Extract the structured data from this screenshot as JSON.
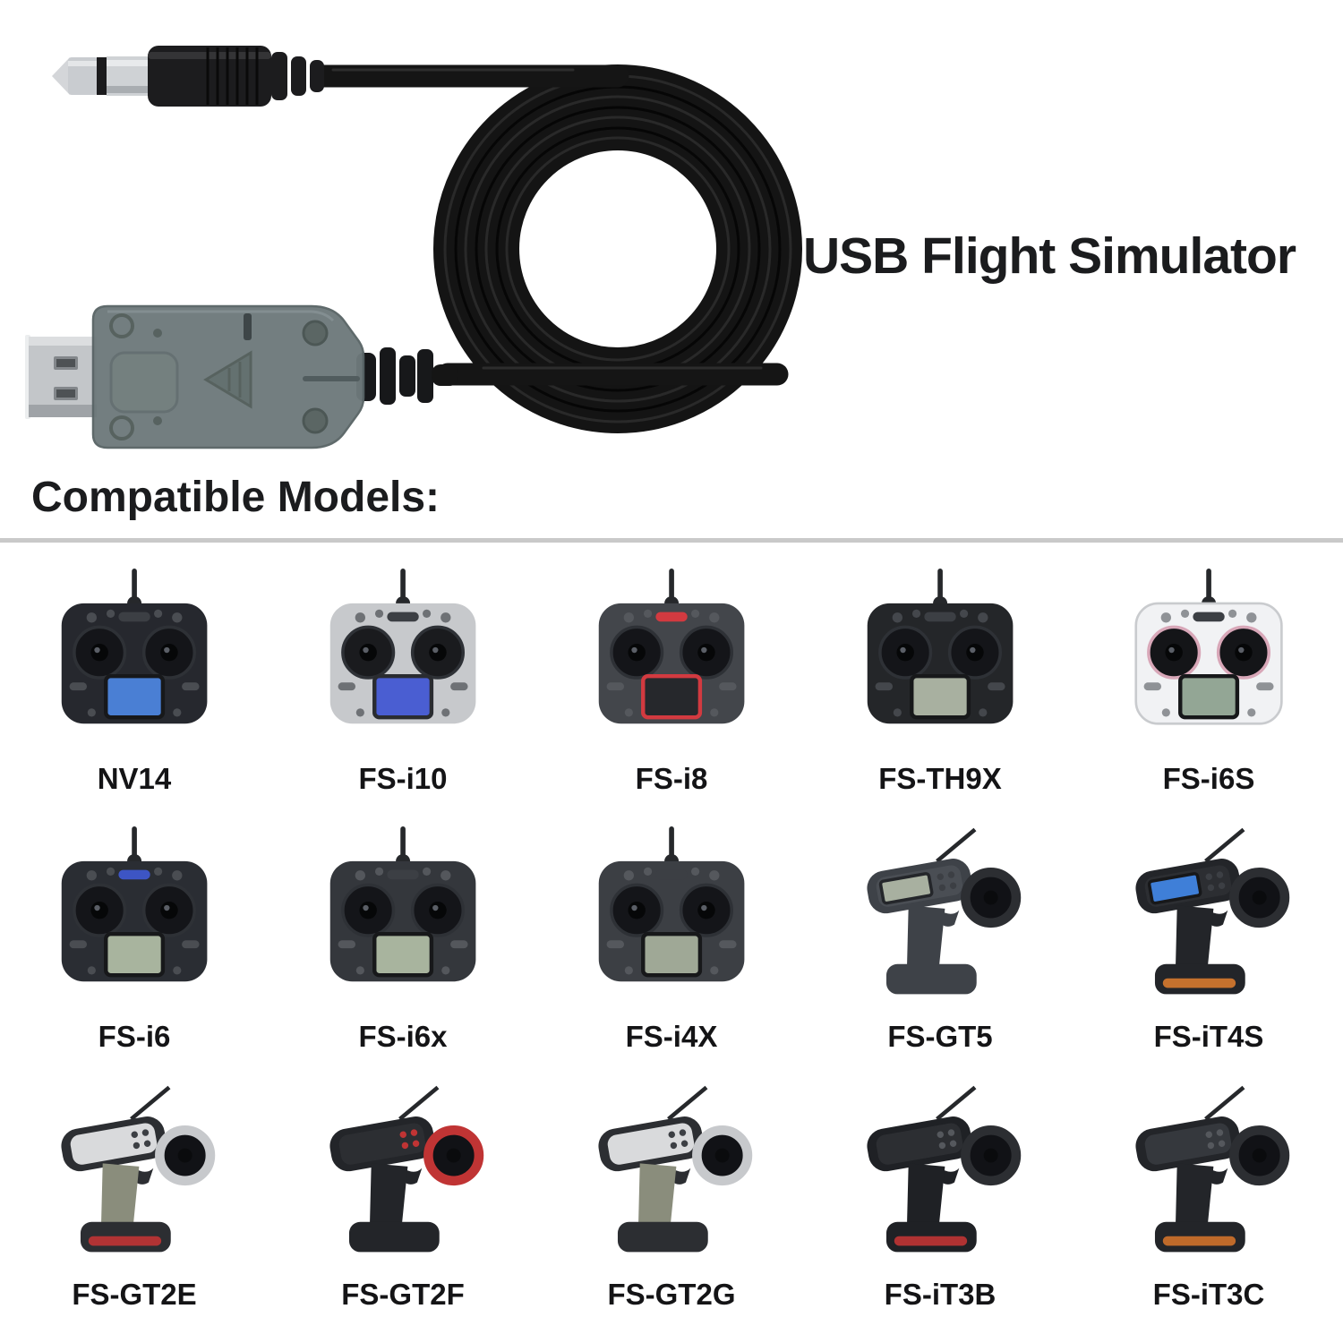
{
  "hero": {
    "title": "USB Flight Simulator",
    "art_parts": {
      "connector": "3.5mm-mono-jack-plug",
      "cable": "coiled-black-cable",
      "dongle": "translucent-usb-a-dongle"
    }
  },
  "section": {
    "heading": "Compatible Models:"
  },
  "colors": {
    "title_text": "#1b1c1e",
    "label_text": "#141416",
    "divider": "#c9c9c9",
    "cable_black": "#161616",
    "dongle_shell": "#6e797b",
    "usb_metal": "#c6c9cc",
    "background": "#ffffff"
  },
  "models": {
    "rows": 3,
    "columns": 5,
    "items": [
      {
        "label": "NV14",
        "art": {
          "type": "handheld",
          "style": "--body:#26282e;--screen:#4a7fd4;--knob:#4a4d52;--accent:#3c3f44"
        }
      },
      {
        "label": "FS-i10",
        "art": {
          "type": "handheld",
          "style": "--body:#c7c9cc;--screen:#4a5ed2;--knob:#6e7175;--dial:#1a1b1e;--frame:#2a2c30"
        }
      },
      {
        "label": "FS-i8",
        "art": {
          "type": "handheld",
          "style": "--body:#43464b;--screen:#26282c;--frame:#d23a40;--knob:#55585d;--accent:#d23a40"
        }
      },
      {
        "label": "FS-TH9X",
        "art": {
          "type": "handheld",
          "style": "--body:#242629;--screen:#a8b0a0;--knob:#44474c"
        }
      },
      {
        "label": "FS-i6S",
        "art": {
          "type": "handheld",
          "style": "--body:#f1f2f4;--screen:#93a695;--knob:#8f9296;--dial:#141518;--ring:#d8a7b8;--edge:#c9cbce"
        }
      },
      {
        "label": "FS-i6",
        "art": {
          "type": "handheld",
          "style": "--body:#2a2d33;--screen:#a8b49e;--accent:#3d55c4;--knob:#4a4d52"
        }
      },
      {
        "label": "FS-i6x",
        "art": {
          "type": "handheld",
          "style": "--body:#34373c;--screen:#a8b49e;--knob:#54575c"
        }
      },
      {
        "label": "FS-i4X",
        "art": {
          "type": "handheld",
          "style": "--body:#3c3f44;--screen:#9fa896;--knob:#55585d"
        }
      },
      {
        "label": "FS-GT5",
        "art": {
          "type": "pistol",
          "style": "--body:#3e4248;--face:#4a4e54;--screen:#a8b0a0;--frame:#24262a;--wheel:#2c2e32"
        }
      },
      {
        "label": "FS-iT4S",
        "art": {
          "type": "pistol",
          "style": "--body:#232529;--face:#2c2e32;--screen:#3f7fd8;--frame:#17181a;--wheel:#2c2e32;--accent:#d87a2e"
        }
      },
      {
        "label": "FS-GT2E",
        "art": {
          "type": "pistol",
          "style": "--body:#2c2e32;--face:#d9dadc;--grip:#8a8d7c;--wheel:#c7c9cc;--btn:#3c3f44;--accent:#c03434"
        }
      },
      {
        "label": "FS-GT2F",
        "art": {
          "type": "pistol",
          "style": "--body:#232529;--face:#2c2e32;--wheel:#c03434;--btn:#c03434"
        }
      },
      {
        "label": "FS-GT2G",
        "art": {
          "type": "pistol",
          "style": "--body:#2c2e32;--face:#d9dadc;--grip:#8a8d7c;--wheel:#c7c9cc;--btn:#3c3f44"
        }
      },
      {
        "label": "FS-iT3B",
        "art": {
          "type": "pistol",
          "style": "--body:#1f2125;--face:#2c2e32;--wheel:#2c2e32;--btn:#55585d;--accent:#c03434"
        }
      },
      {
        "label": "FS-iT3C",
        "art": {
          "type": "pistol",
          "style": "--body:#232529;--face:#35383d;--wheel:#2c2e32;--btn:#55585d;--accent:#d0722a"
        }
      }
    ]
  }
}
